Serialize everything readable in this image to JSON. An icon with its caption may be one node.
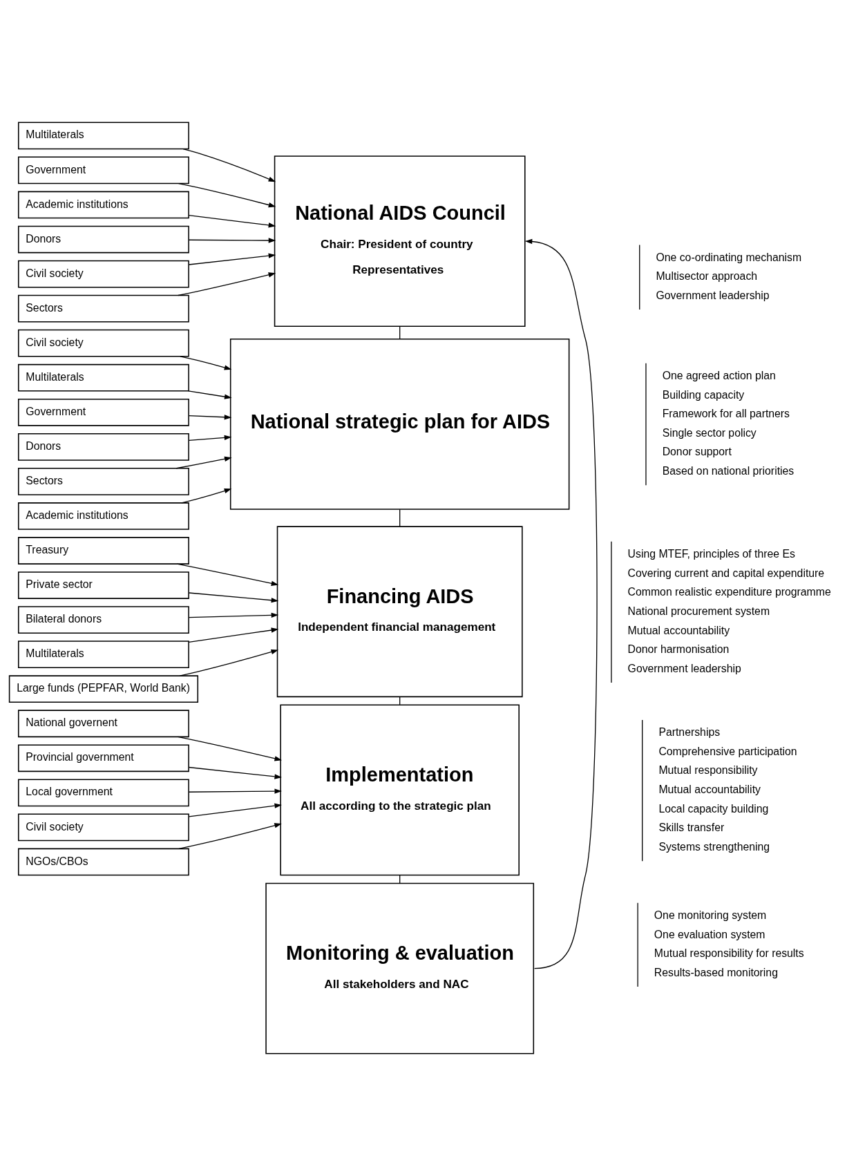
{
  "diagram": {
    "nodes": [
      {
        "text": [
          "National AIDS Council",
          "Chair: President of country",
          "Representatives"
        ],
        "beside": [
          "One co-ordinating mechanism",
          "Multisector approach",
          "Government leadership"
        ]
      },
      {
        "text": [
          "Multilaterals"
        ]
      },
      {
        "text": [
          "Government"
        ]
      },
      {
        "text": [
          "Academic institutions"
        ]
      },
      {
        "text": [
          "Donors"
        ]
      },
      {
        "text": [
          "Civil society"
        ]
      },
      {
        "text": [
          "Sectors"
        ]
      },
      {
        "text": [
          "National strategic plan for AIDS"
        ],
        "beside": [
          "One agreed action plan",
          "Building capacity",
          "Framework for all partners",
          "Single sector policy",
          "Donor support",
          "Based on national priorities"
        ]
      },
      {
        "text": [
          "Civil society"
        ]
      },
      {
        "text": [
          "Multilaterals"
        ]
      },
      {
        "text": [
          "Government"
        ]
      },
      {
        "text": [
          "Donors"
        ]
      },
      {
        "text": [
          "Sectors"
        ]
      },
      {
        "text": [
          "Academic institutions"
        ]
      },
      {
        "text": [
          "Financing AIDS",
          "Independent financial management"
        ],
        "beside": [
          "Using MTEF, principles of three Es",
          "Covering current and capital expenditure",
          "Common realistic expenditure programme",
          "National procurement system",
          "Mutual accountability",
          "Donor harmonisation",
          "Government leadership"
        ]
      },
      {
        "text": [
          "Treasury"
        ]
      },
      {
        "text": [
          "Private sector"
        ]
      },
      {
        "text": [
          "Bilateral donors"
        ]
      },
      {
        "text": [
          "Multilaterals"
        ]
      },
      {
        "text": [
          "Large funds (PEPFAR, World Bank)"
        ]
      },
      {
        "text": [
          "Implementation",
          "All according to the strategic plan"
        ],
        "beside": [
          "Partnerships",
          "Comprehensive participation",
          "Mutual responsibility",
          "Mutual accountability",
          "Local capacity building",
          "Skills transfer",
          "Systems strengthening"
        ]
      },
      {
        "text": [
          "National governent"
        ]
      },
      {
        "text": [
          "Provincial government"
        ]
      },
      {
        "text": [
          "Local government"
        ]
      },
      {
        "text": [
          "Civil society"
        ]
      },
      {
        "text": [
          "NGOs/CBOs"
        ]
      },
      {
        "text": [
          "Monitoring & evaluation",
          "All stakeholders and NAC"
        ],
        "beside": [
          "One monitoring system",
          "One evaluation system",
          "Mutual responsibility for results",
          "Results-based monitoring"
        ]
      }
    ],
    "edges": [
      {
        "from": 1,
        "to": 0,
        "arrow": "to"
      },
      {
        "from": 2,
        "to": 0,
        "arrow": "to"
      },
      {
        "from": 3,
        "to": 0,
        "arrow": "to"
      },
      {
        "from": 4,
        "to": 0,
        "arrow": "to"
      },
      {
        "from": 5,
        "to": 0,
        "arrow": "to"
      },
      {
        "from": 6,
        "to": 0,
        "arrow": "to"
      },
      {
        "from": 0,
        "to": 7,
        "arrow": "none"
      },
      {
        "from": 8,
        "to": 7,
        "arrow": "to"
      },
      {
        "from": 9,
        "to": 7,
        "arrow": "to"
      },
      {
        "from": 10,
        "to": 7,
        "arrow": "to"
      },
      {
        "from": 11,
        "to": 7,
        "arrow": "to"
      },
      {
        "from": 12,
        "to": 7,
        "arrow": "to"
      },
      {
        "from": 13,
        "to": 7,
        "arrow": "to"
      },
      {
        "from": 7,
        "to": 14,
        "arrow": "none"
      },
      {
        "from": 15,
        "to": 14,
        "arrow": "to"
      },
      {
        "from": 16,
        "to": 14,
        "arrow": "to"
      },
      {
        "from": 17,
        "to": 14,
        "arrow": "to"
      },
      {
        "from": 18,
        "to": 14,
        "arrow": "to"
      },
      {
        "from": 19,
        "to": 14,
        "arrow": "to"
      },
      {
        "from": 14,
        "to": 20,
        "arrow": "none"
      },
      {
        "from": 21,
        "to": 20,
        "arrow": "to"
      },
      {
        "from": 22,
        "to": 20,
        "arrow": "to"
      },
      {
        "from": 23,
        "to": 20,
        "arrow": "to"
      },
      {
        "from": 24,
        "to": 20,
        "arrow": "to"
      },
      {
        "from": 25,
        "to": 20,
        "arrow": "to"
      },
      {
        "from": 20,
        "to": 26,
        "arrow": "none"
      },
      {
        "from": 26,
        "to": 0,
        "arrow": "to"
      }
    ]
  }
}
